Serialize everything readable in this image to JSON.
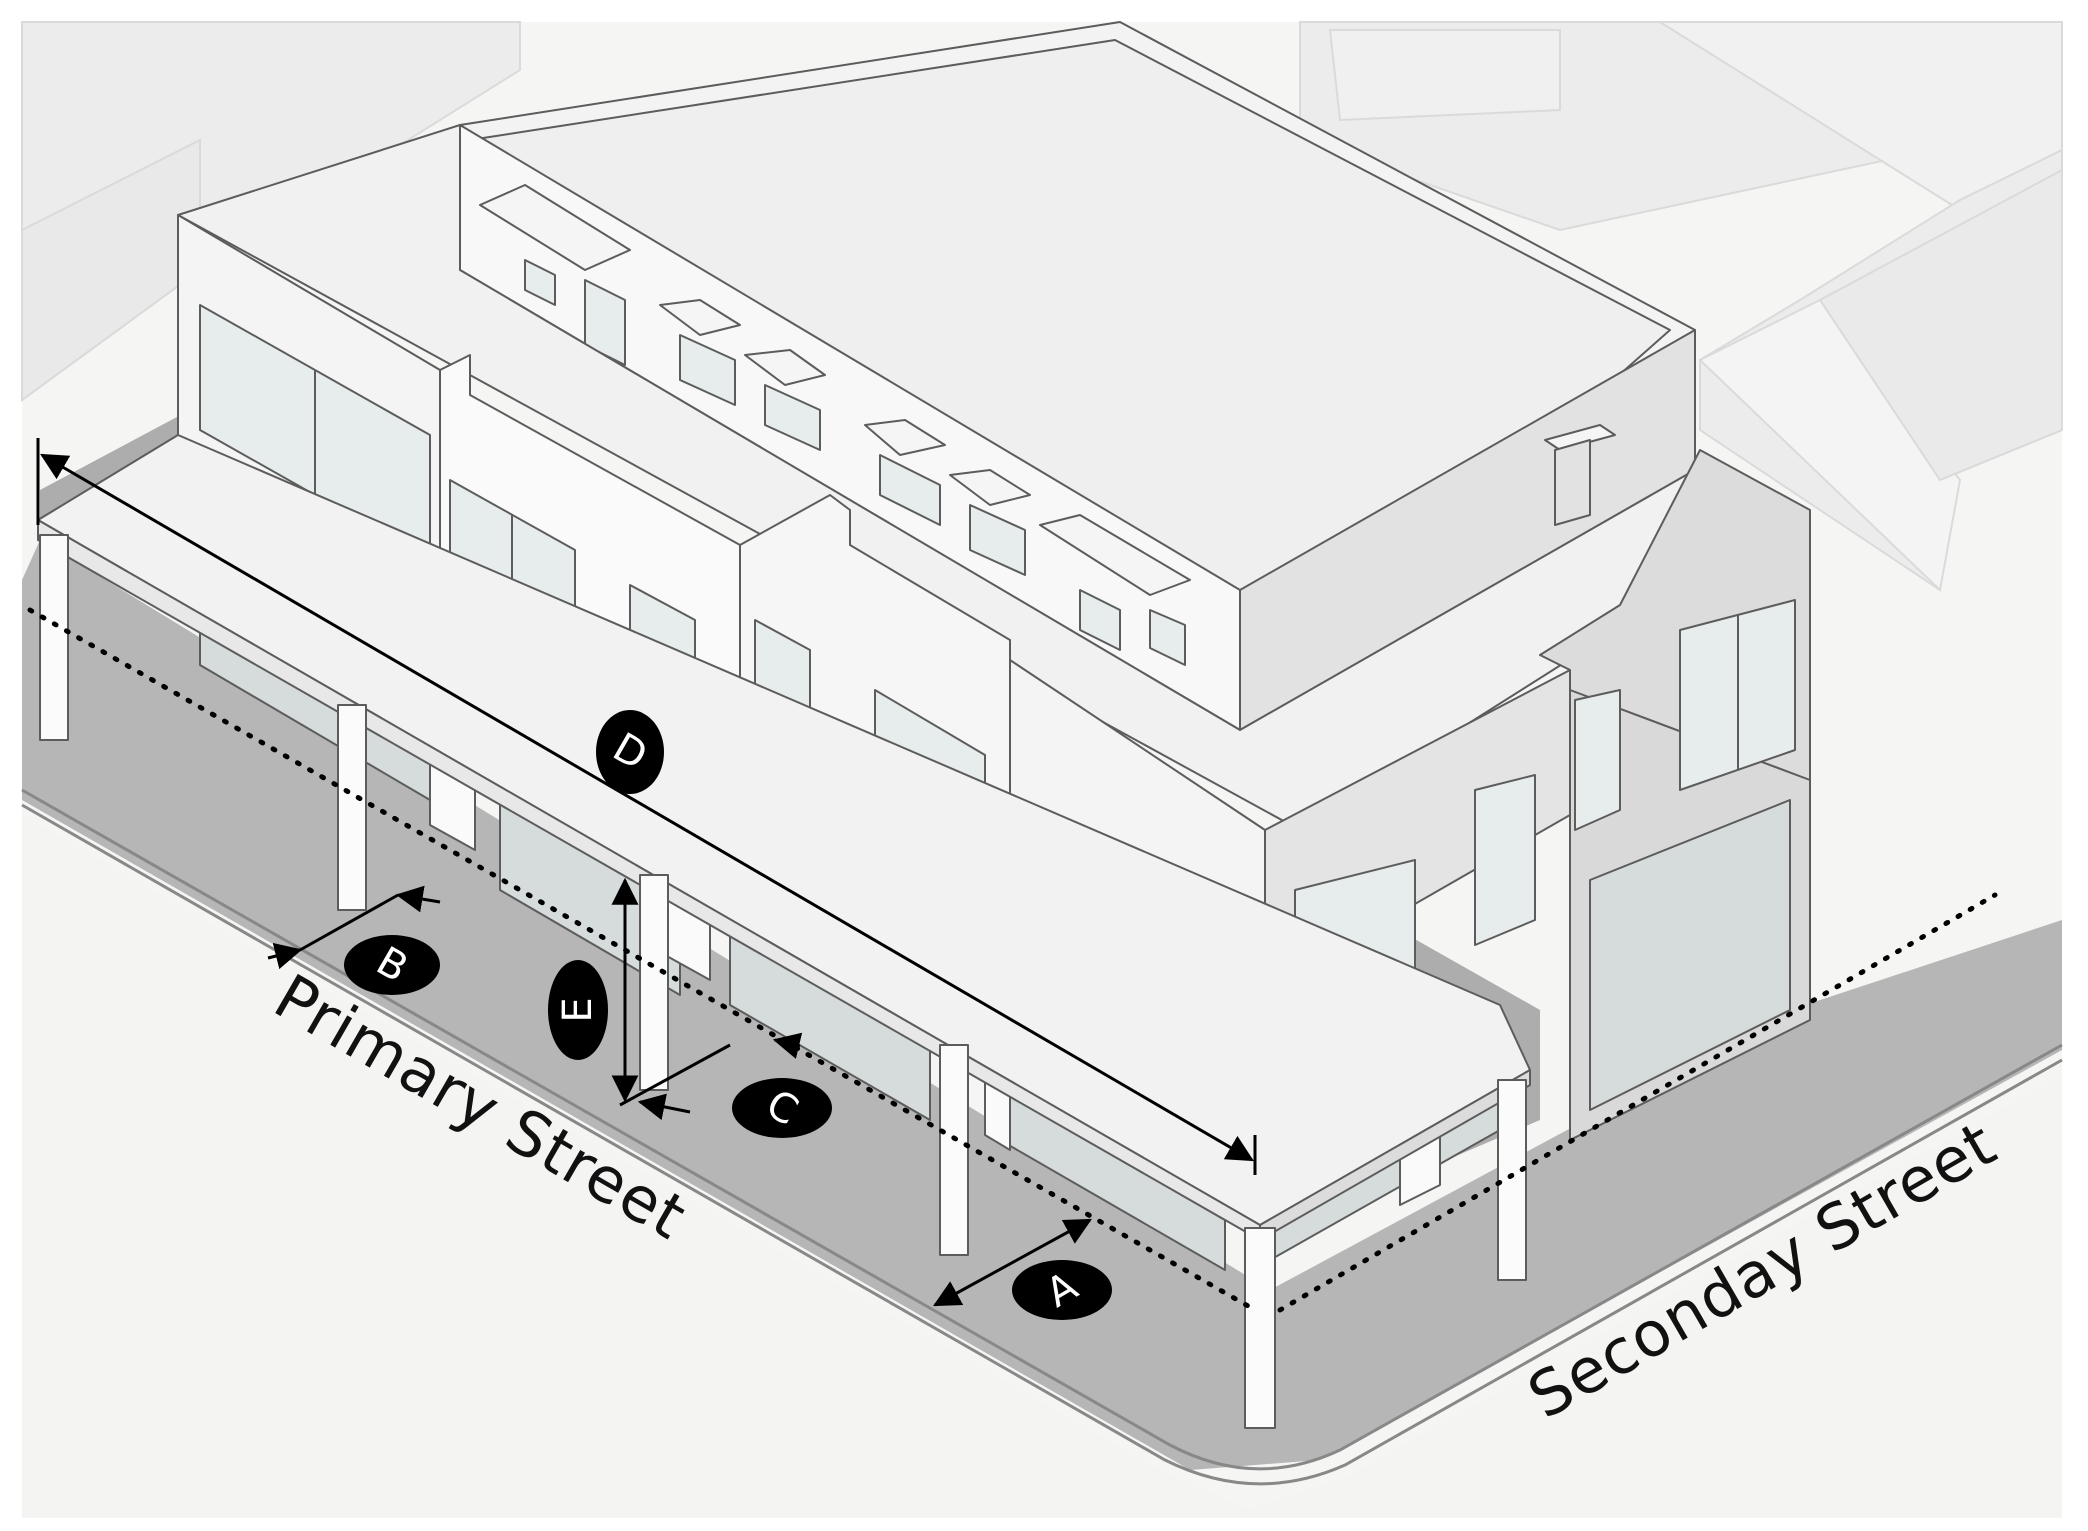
{
  "labels": {
    "primary_street": "Primary Street",
    "secondary_street": "Seconday Street"
  },
  "markers": {
    "a": "A",
    "b": "B",
    "c": "C",
    "d": "D",
    "e": "E"
  },
  "colors": {
    "background": "#f5f5f3",
    "sidewalk": "#b4b4b4",
    "building_wall": "#f3f3f3",
    "building_roof": "#efefef",
    "window_glass": "#e7ecec",
    "neighbor_buildings": "#ececec",
    "outline": "#5a5a5a",
    "dimension": "#000000",
    "marker_fill": "#000000",
    "marker_text": "#ffffff"
  }
}
